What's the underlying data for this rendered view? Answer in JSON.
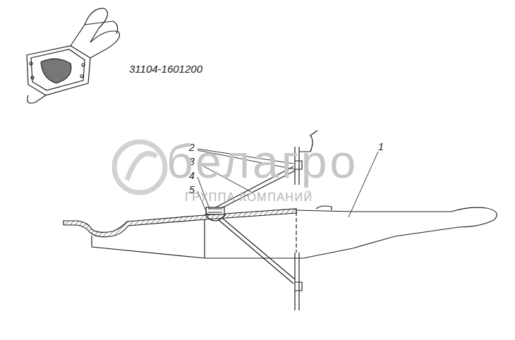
{
  "diagram": {
    "labels": [
      "31104-1601200",
      "2",
      "3",
      "4",
      "5",
      "1",
      "белагро",
      "ГРУППА КОМПАНИЙ"
    ]
  }
}
